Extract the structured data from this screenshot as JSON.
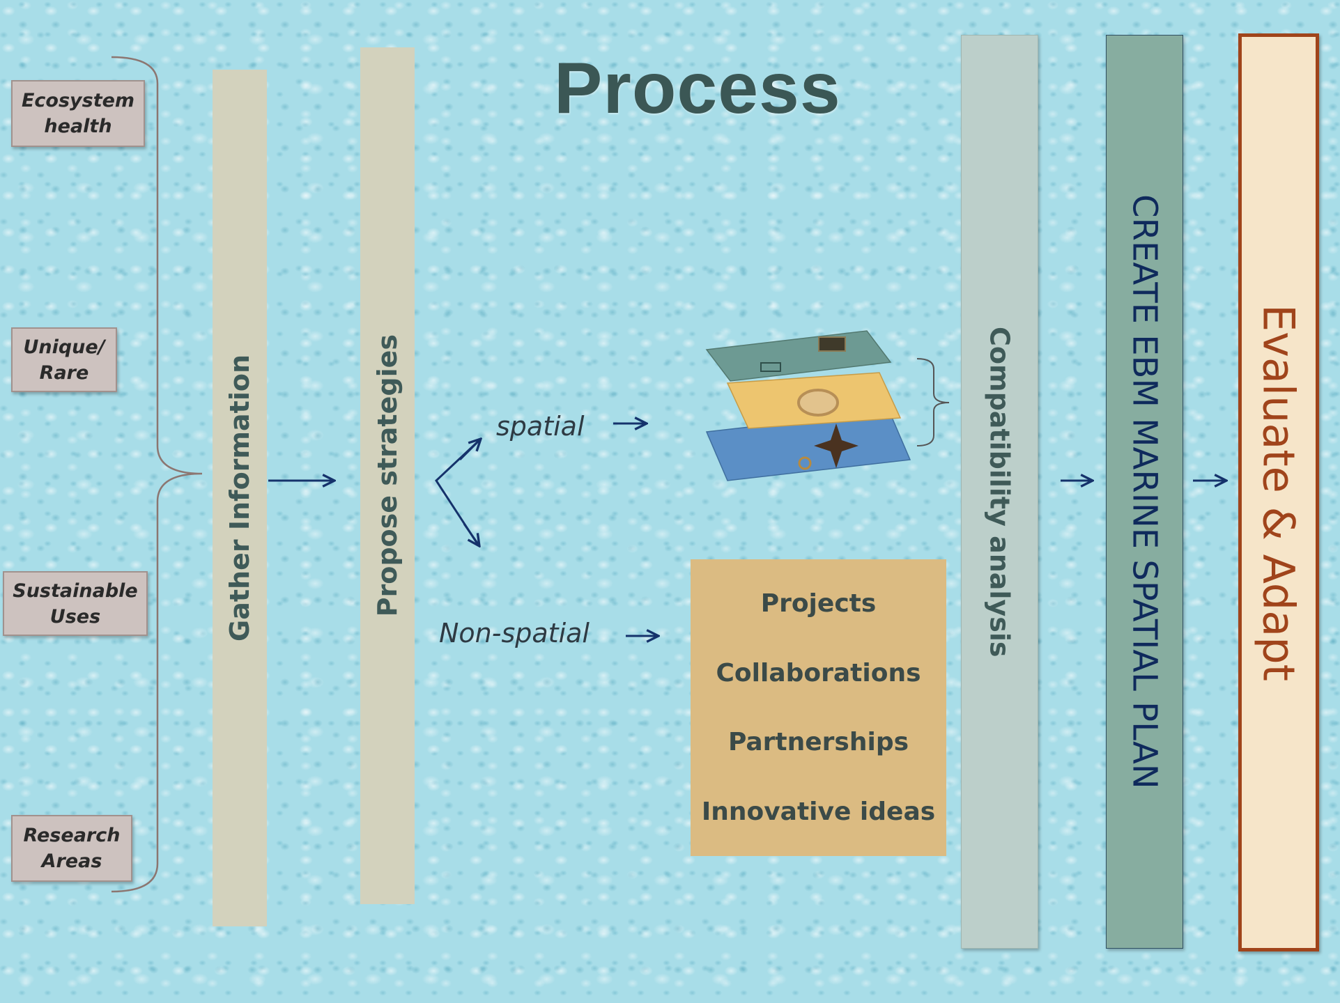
{
  "title": "Process",
  "categories": [
    "Ecosystem\nhealth",
    "Unique/\nRare",
    "Sustainable\nUses",
    "Research\nAreas"
  ],
  "steps": {
    "gather": "Gather Information",
    "propose": "Propose strategies",
    "compatibility": "Compatibility analysis",
    "create": "CREATE EBM MARINE SPATIAL PLAN",
    "evaluate": "Evaluate & Adapt"
  },
  "branches": {
    "spatial": "spatial",
    "non_spatial": "Non-spatial"
  },
  "non_spatial_items": [
    "Projects",
    "Collaborations",
    "Partnerships",
    "Innovative ideas"
  ],
  "colors": {
    "arrow": "#15326b",
    "bracket": "#8c7671",
    "title": "#3b5755",
    "create_text": "#0f2a5c",
    "evaluate_text": "#a0441b",
    "evaluate_border": "#a0441b"
  }
}
